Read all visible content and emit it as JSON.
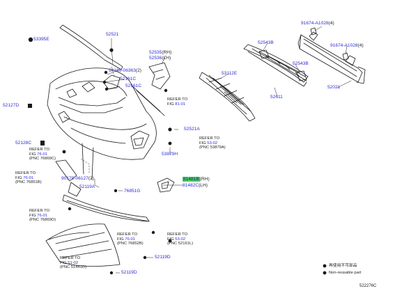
{
  "parts": {
    "p53395e": "53395E",
    "p52521": "52521",
    "p90189": "90189-06363",
    "p90189_qty": "(2)",
    "p52161c_a": "52161C",
    "p52161c_b": "52161C",
    "p52127d": "52127D",
    "p52128c": "52128C",
    "p52535": "52535",
    "p52535_side": "(RH)",
    "p52536": "52536",
    "p52536_side": "(LH)",
    "p52521a": "52521A",
    "p53879h": "53879H",
    "p90179": "90179-06127",
    "p90179_qty": "(2)",
    "p52119a": "52119A",
    "p76851g": "76851G",
    "p81481b": "81481B",
    "p81481b_side": "(RH)",
    "p81482c": "81482C",
    "p81482c_side": "(LH)",
    "p52119d_a": "52119D",
    "p52119d_b": "52119D",
    "p53112e": "53112E",
    "p52543b_a": "52543B",
    "p52543b_b": "52543B",
    "p52611": "52611",
    "p91674_a": "91674-A1028",
    "p91674_a_qty": "(4)",
    "p91674_b": "91674-A1028",
    "p91674_b_qty": "(4)",
    "p52021": "52021"
  },
  "refs": {
    "r1": {
      "l1": "REFER TO",
      "l2pre": "FIG ",
      "fig": "81-01",
      "l3": ""
    },
    "r2": {
      "l1": "REFER TO",
      "l2pre": "FIG ",
      "fig": "53-02",
      "l3": "(PNC 53879A)"
    },
    "r3": {
      "l1": "REFER TO",
      "l2pre": "FIG ",
      "fig": "76-01",
      "l3": "(PNC 76869C)"
    },
    "r4": {
      "l1": "REFER TO",
      "l2pre": "FIG ",
      "fig": "76-01",
      "l3": "(PNC 76851B)"
    },
    "r5": {
      "l1": "REFER TO",
      "l2pre": "FIG ",
      "fig": "76-01",
      "l3": "(PNC 76869D)"
    },
    "r6": {
      "l1": "REFER TO",
      "l2pre": "FIG ",
      "fig": "76-01",
      "l3": "(PNC 76852B)"
    },
    "r7": {
      "l1": "REFER TO",
      "l2pre": "FIG ",
      "fig": "53-02",
      "l3": "(PNC 52161L)"
    },
    "r8": {
      "l1": "REFER TO",
      "l2pre": "FIG ",
      "fig": "51-02",
      "l3": "(PNC 51441D)"
    }
  },
  "legend": {
    "line1": "再使用不可部品",
    "line2": "Non-reusable part"
  },
  "diagram_code": "522276C",
  "colors": {
    "part_number": "#2b2bd6",
    "highlight": "#43d357"
  }
}
